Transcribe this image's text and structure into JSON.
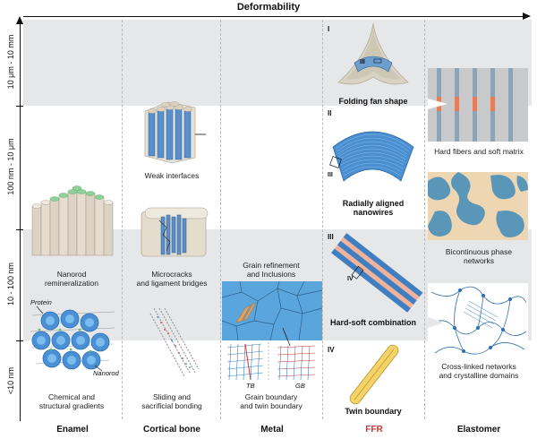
{
  "header": {
    "axis_title": "Deformability"
  },
  "scale_labels": [
    "10 μm - 10 mm",
    "100 nm - 10 μm",
    "10 - 100 nm",
    "<10 nm"
  ],
  "columns": [
    {
      "label": "Enamel",
      "highlight": false
    },
    {
      "label": "Cortical bone",
      "highlight": false
    },
    {
      "label": "Metal",
      "highlight": false
    },
    {
      "label": "FFR",
      "highlight": true,
      "color": "#d6322b"
    },
    {
      "label": "Elastomer",
      "highlight": false
    }
  ],
  "enamel": {
    "caption_top": [
      "Nanorod",
      "remineralization"
    ],
    "caption_bottom": [
      "Chemical and",
      "structural gradients"
    ],
    "protein_label": "Protein",
    "nanorod_label": "Nanorod"
  },
  "bone": {
    "caption_top": "Weak interfaces",
    "caption_mid": [
      "Microcracks",
      "and ligament bridges"
    ],
    "caption_bottom": [
      "Sliding and",
      "sacrificial bonding"
    ]
  },
  "metal": {
    "caption_top": [
      "Grain refinement",
      "and Inclusions"
    ],
    "caption_bottom": [
      "Grain boundary",
      "and twin boundary"
    ],
    "tb_label": "TB",
    "gb_label": "GB"
  },
  "ffr": {
    "roman": [
      "I",
      "II",
      "III",
      "IV"
    ],
    "inner_label": "III",
    "cap1": "Folding fan shape",
    "cap2": [
      "Radially aligned",
      "nanowires"
    ],
    "cap3": "Hard-soft combination",
    "cap4": "Twin boundary"
  },
  "elastomer": {
    "cap1": "Hard fibers and soft matrix",
    "cap2": [
      "Bicontinuous phase",
      "networks"
    ],
    "cap3": [
      "Cross-linked networks",
      "and  crystalline domains"
    ]
  },
  "colors": {
    "accent_red": "#d6322b",
    "blue": "#3f7fc1",
    "gold": "#e8b531",
    "band_gray": "#e6e7e9"
  }
}
